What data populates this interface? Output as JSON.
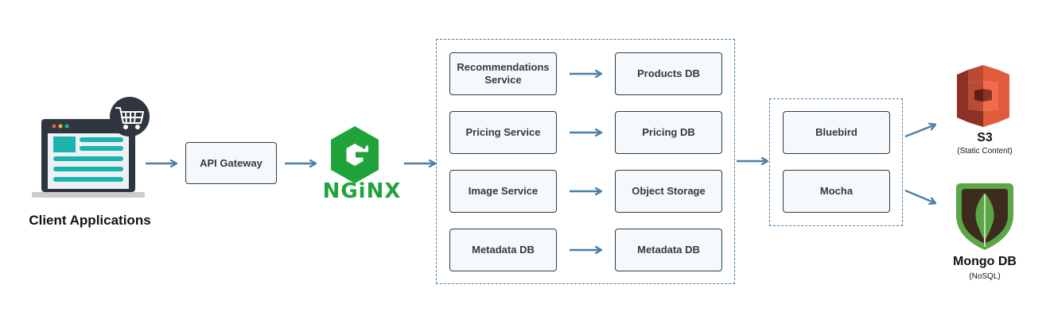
{
  "client": {
    "label": "Client Applications"
  },
  "api_gateway": {
    "label": "API Gateway"
  },
  "nginx": {
    "label": "NGiNX"
  },
  "services": [
    {
      "service": "Recommendations Service",
      "store": "Products DB"
    },
    {
      "service": "Pricing Service",
      "store": "Pricing DB"
    },
    {
      "service": "Image Service",
      "store": "Object Storage"
    },
    {
      "service": "Metadata DB",
      "store": "Metadata DB"
    }
  ],
  "libraries": [
    {
      "label": "Bluebird"
    },
    {
      "label": "Mocha"
    }
  ],
  "s3": {
    "label": "S3",
    "sublabel": "(Static Content)"
  },
  "mongodb": {
    "label": "Mongo DB",
    "sublabel": "(NoSQL)"
  },
  "colors": {
    "arrow": "#4a7fa8",
    "nginx_green": "#1fa33a",
    "s3_orange": "#e05a3c",
    "mongo_green": "#5ba646",
    "laptop_teal": "#1bb3b0"
  }
}
